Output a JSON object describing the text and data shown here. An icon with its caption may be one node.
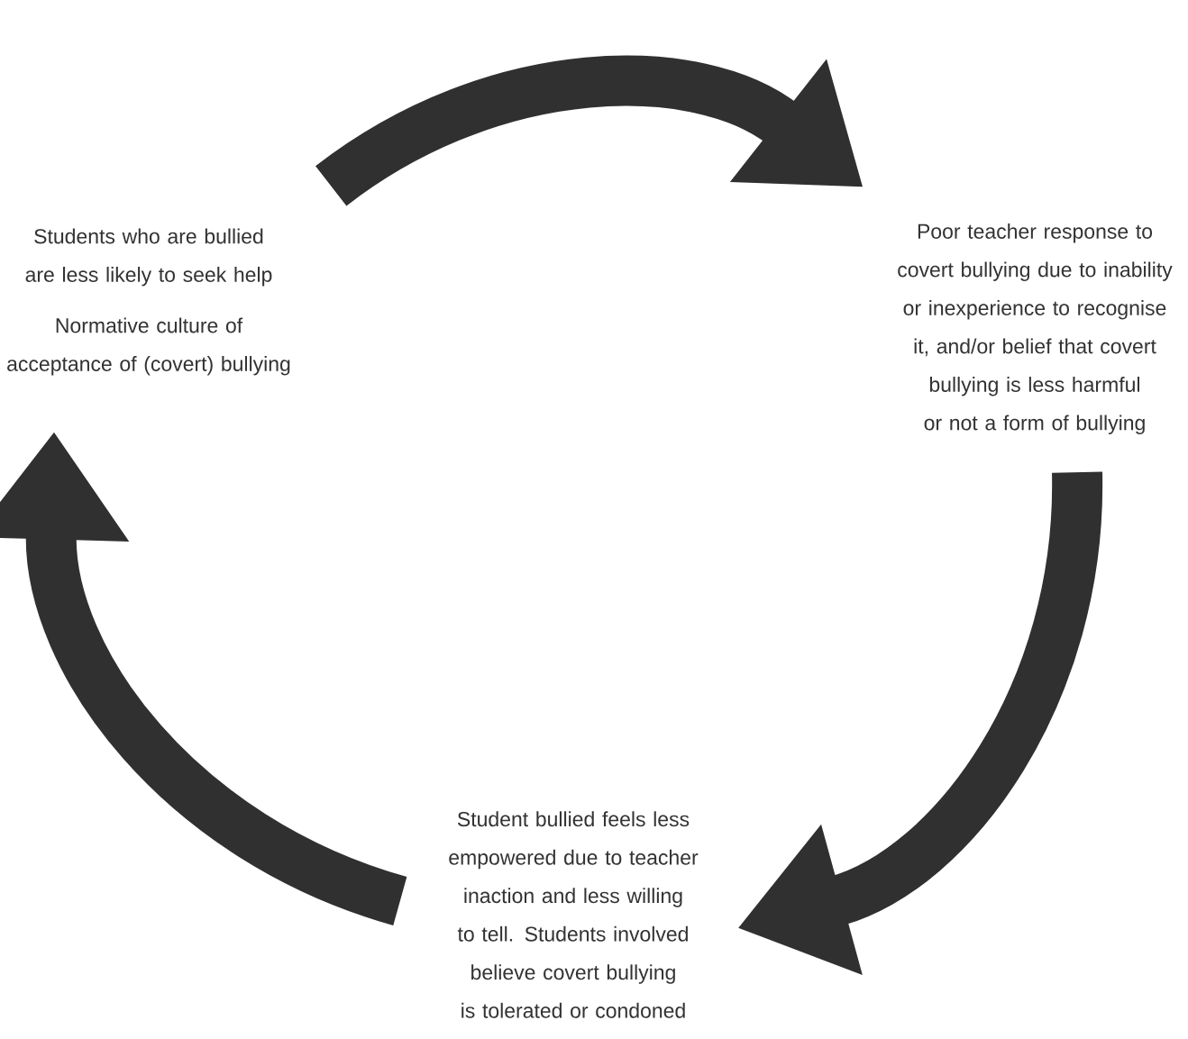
{
  "diagram": {
    "nodes": [
      {
        "text": [
          "Students who are bullied are less likely to seek help",
          "Normative culture of acceptance of (covert) bullying"
        ]
      },
      {
        "text": [
          "Poor teacher response to covert bullying due to inability or inexperience to recognise it, and/or belief that covert bullying is less harmful or not a form of bullying"
        ]
      },
      {
        "text": [
          "Student bullied feels less empowered due to teacher inaction and less willing to tell. Students involved believe covert bullying is tolerated or condoned"
        ]
      }
    ],
    "edges": [
      {
        "from": 0,
        "to": 1,
        "arrow": "to"
      },
      {
        "from": 1,
        "to": 2,
        "arrow": "to"
      },
      {
        "from": 2,
        "to": 0,
        "arrow": "to"
      }
    ]
  }
}
